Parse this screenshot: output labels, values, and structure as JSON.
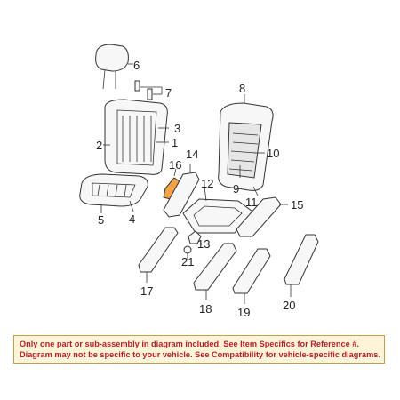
{
  "callouts": [
    "1",
    "2",
    "3",
    "4",
    "5",
    "6",
    "7",
    "8",
    "9",
    "10",
    "11",
    "12",
    "13",
    "14",
    "15",
    "16",
    "17",
    "18",
    "19",
    "20",
    "21"
  ],
  "highlight_color": "#f4a347",
  "disclaimer": {
    "line1": "Only one part or sub-assembly in diagram included. See Item Specifics for Reference #.",
    "line2": "Diagram may not be specific to your vehicle. See Compatibility for vehicle-specific diagrams."
  }
}
